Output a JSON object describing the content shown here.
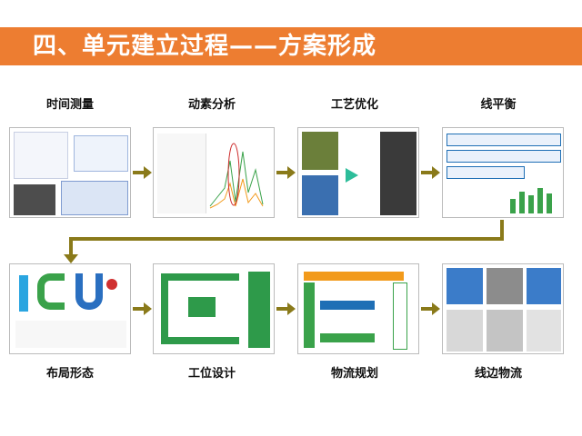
{
  "header": {
    "title": "四、单元建立过程——方案形成",
    "color": "#ed7d31"
  },
  "steps_row1": [
    {
      "label": "时间测量"
    },
    {
      "label": "动素分析"
    },
    {
      "label": "工艺优化"
    },
    {
      "label": "线平衡"
    }
  ],
  "steps_row2": [
    {
      "label": "布局形态"
    },
    {
      "label": "工位设计"
    },
    {
      "label": "物流规划"
    },
    {
      "label": "线边物流"
    }
  ],
  "colors": {
    "arrow": "#8a7a1a",
    "accent_blue": "#1f6fb5",
    "accent_green": "#3aa24a",
    "accent_orange": "#f29a1b"
  }
}
